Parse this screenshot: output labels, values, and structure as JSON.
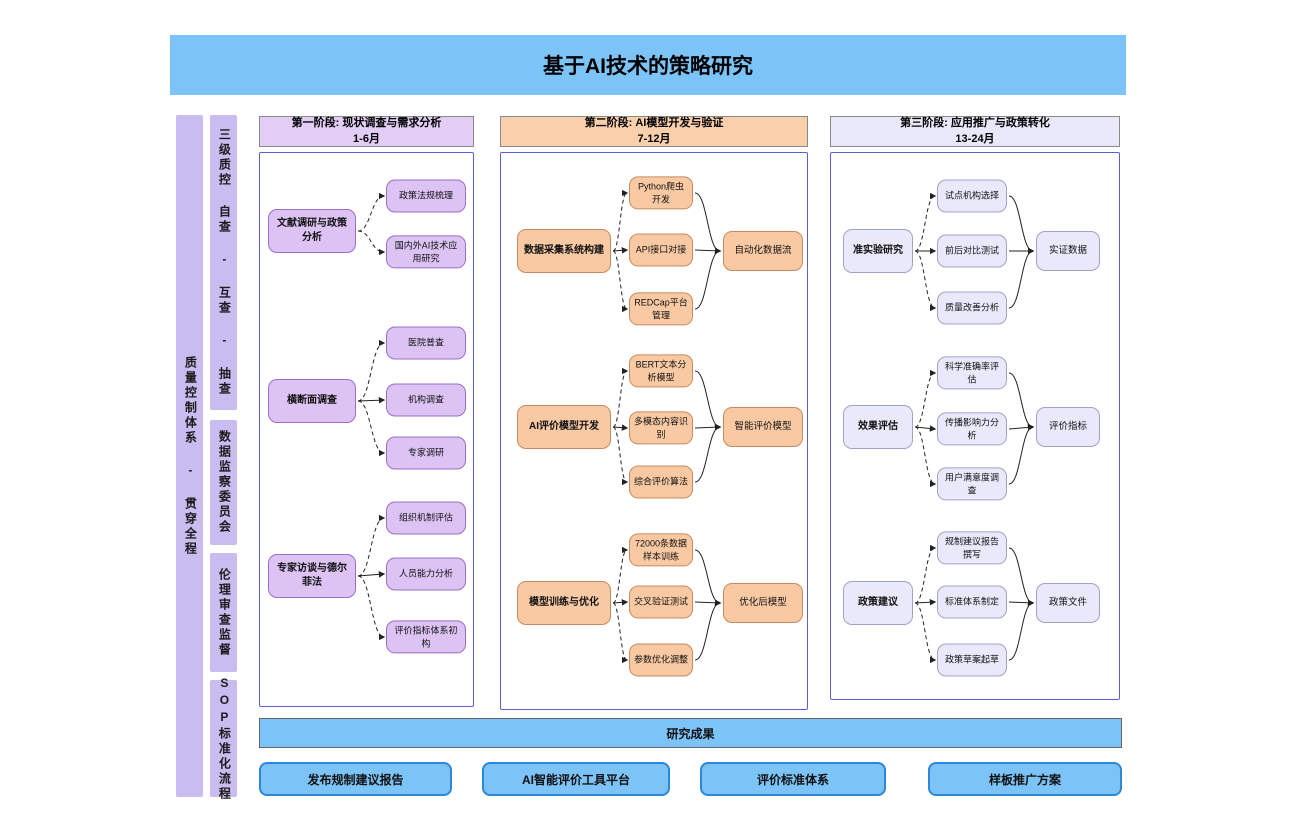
{
  "title": "基于AI技术的策略研究",
  "sidebar": {
    "main_bar": "质量控制体系 - 贯穿全程",
    "segments": [
      "三级质控 自查 - 互查 - 抽查",
      "数据监察委员会",
      "伦理审查监督",
      "SOP标准化流程"
    ]
  },
  "phases": [
    {
      "header": "第一阶段: 现状调查与需求分析",
      "period": "1-6月",
      "groups": [
        {
          "parent": "文献调研与政策分析",
          "children": [
            "政策法规梳理",
            "国内外AI技术应用研究"
          ]
        },
        {
          "parent": "横断面调查",
          "children": [
            "医院普查",
            "机构调查",
            "专家调研"
          ]
        },
        {
          "parent": "专家访谈与德尔菲法",
          "children": [
            "组织机制评估",
            "人员能力分析",
            "评价指标体系初构"
          ]
        }
      ]
    },
    {
      "header": "第二阶段: AI模型开发与验证",
      "period": "7-12月",
      "groups": [
        {
          "parent": "数据采集系统构建",
          "children": [
            "Python爬虫开发",
            "API接口对接",
            "REDCap平台管理"
          ],
          "result": "自动化数据流"
        },
        {
          "parent": "AI评价模型开发",
          "children": [
            "BERT文本分析模型",
            "多模态内容识别",
            "综合评价算法"
          ],
          "result": "智能评价模型"
        },
        {
          "parent": "模型训练与优化",
          "children": [
            "72000条数据样本训练",
            "交叉验证测试",
            "参数优化调整"
          ],
          "result": "优化后模型"
        }
      ]
    },
    {
      "header": "第三阶段: 应用推广与政策转化",
      "period": "13-24月",
      "groups": [
        {
          "parent": "准实验研究",
          "children": [
            "试点机构选择",
            "前后对比测试",
            "质量改善分析"
          ],
          "result": "实证数据"
        },
        {
          "parent": "效果评估",
          "children": [
            "科学准确率评估",
            "传播影响力分析",
            "用户满意度调查"
          ],
          "result": "评价指标"
        },
        {
          "parent": "政策建议",
          "children": [
            "规制建议报告撰写",
            "标准体系制定",
            "政策草案起草"
          ],
          "result": "政策文件"
        }
      ]
    }
  ],
  "outcomes": {
    "header": "研究成果",
    "items": [
      "发布规制建议报告",
      "AI智能评价工具平台",
      "评价标准体系",
      "样板推广方案"
    ]
  },
  "colors": {
    "blue": "#7CC3F8",
    "sidebar": "#C8BCF0",
    "p1_header": "#E2CDF5",
    "p1_node": "#DCC3F4",
    "p1_border": "#9A6FC4",
    "p2_header": "#FACFAB",
    "p2_node": "#F9C9A3",
    "p2_border": "#C68B5F",
    "p3_header": "#E8E8FA",
    "p3_node": "#E9E9FB",
    "p3_border": "#9FA4C4",
    "box_border": "#5E5ED8",
    "outcome_border": "#2E86D6",
    "edge": "#222222"
  }
}
